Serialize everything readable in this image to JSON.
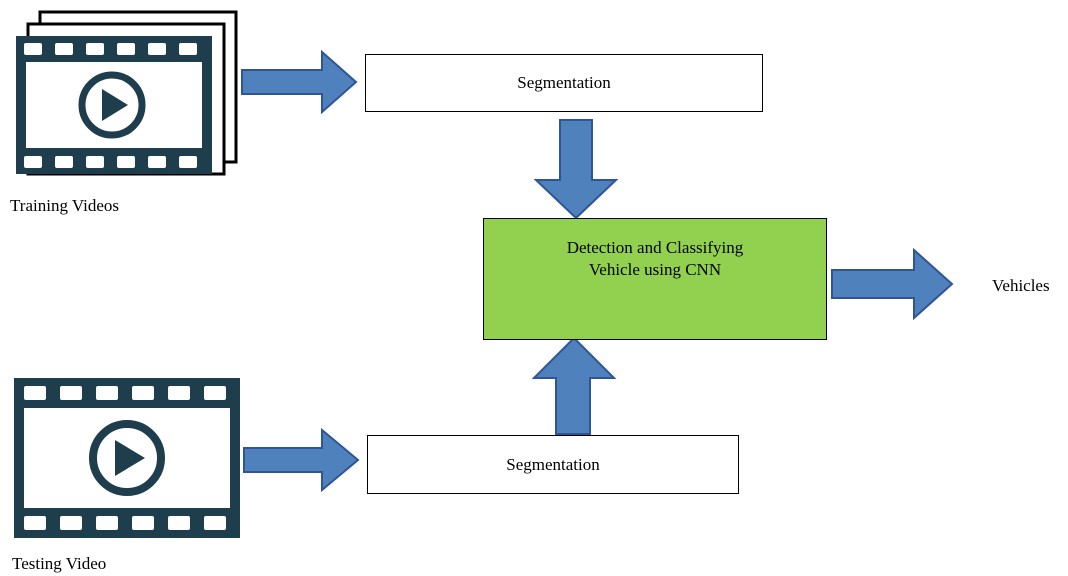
{
  "colors": {
    "film_icon": "#1e3d4d",
    "arrow_fill": "#4f81bd",
    "arrow_stroke": "#2f5597",
    "cnn_box_fill": "#92d050",
    "box_border": "#000000"
  },
  "icons": {
    "training": "film-strip-stack-play-icon",
    "testing": "film-strip-play-icon"
  },
  "nodes": {
    "training_videos": "Training Videos",
    "testing_video": "Testing Video",
    "segmentation_top": "Segmentation",
    "segmentation_bottom": "Segmentation",
    "cnn_line1": "Detection and Classifying",
    "cnn_line2": "Vehicle using CNN",
    "vehicles": "Vehicles"
  }
}
